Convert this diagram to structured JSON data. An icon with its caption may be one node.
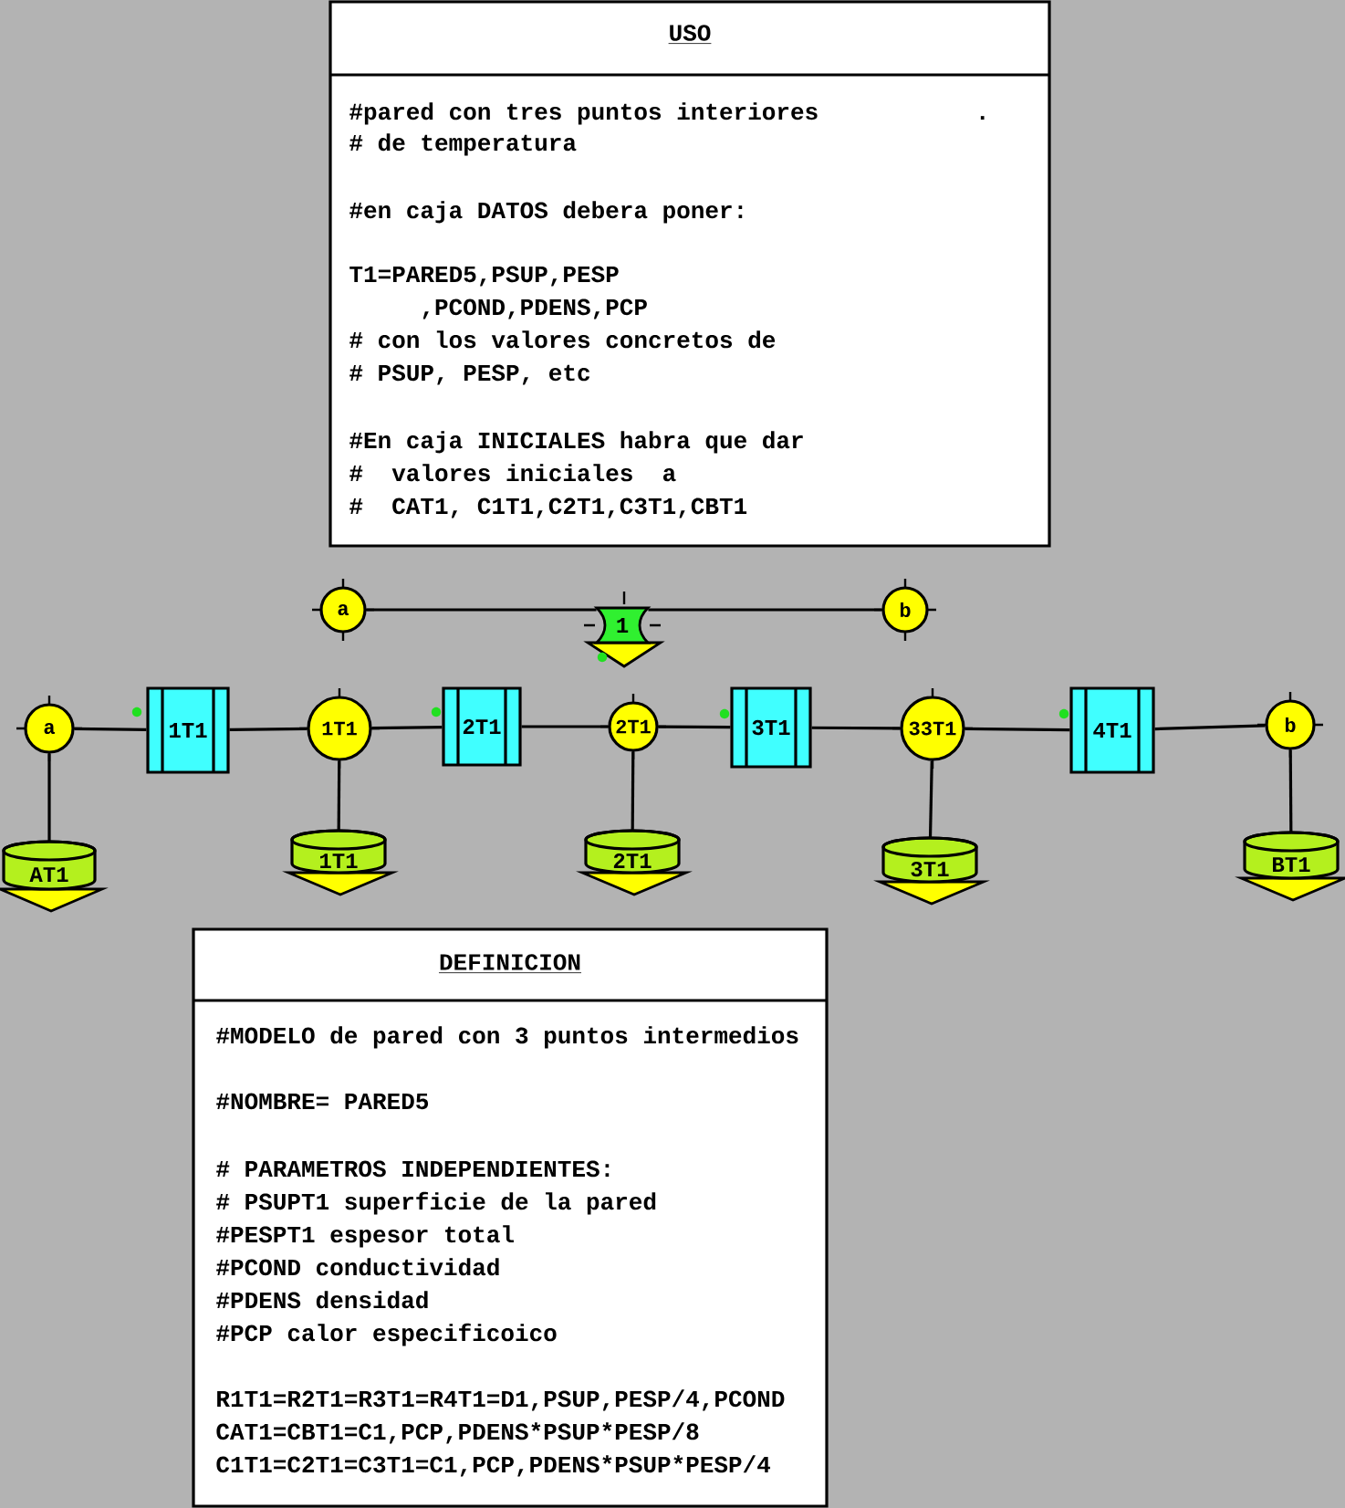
{
  "diagram": {
    "nodes": [
      {
        "text": [
          "USO",
          "#pared con tres puntos interiores           .",
          "# de temperatura",
          "#en caja DATOS debera poner:",
          "T1=PARED5,PSUP,PESP",
          ",PCOND,PDENS,PCP",
          "# con los valores concretos de",
          "# PSUP, PESP, etc",
          "#En caja INICIALES habra que dar",
          "#  valores iniciales  a",
          "#  CAT1, C1T1,C2T1,C3T1,CBT1"
        ]
      },
      {
        "text": [
          "a"
        ]
      },
      {
        "text": [
          "1"
        ]
      },
      {
        "text": [
          "b"
        ]
      },
      {
        "text": [
          "a"
        ]
      },
      {
        "text": [
          "1T1"
        ]
      },
      {
        "text": [
          "1T1"
        ]
      },
      {
        "text": [
          "2T1"
        ]
      },
      {
        "text": [
          "2T1"
        ]
      },
      {
        "text": [
          "3T1"
        ]
      },
      {
        "text": [
          "33T1"
        ]
      },
      {
        "text": [
          "4T1"
        ]
      },
      {
        "text": [
          "b"
        ]
      },
      {
        "text": [
          "AT1"
        ]
      },
      {
        "text": [
          "1T1"
        ]
      },
      {
        "text": [
          "2T1"
        ]
      },
      {
        "text": [
          "3T1"
        ]
      },
      {
        "text": [
          "BT1"
        ]
      },
      {
        "text": [
          "DEFINICION",
          "#MODELO de pared con 3 puntos intermedios",
          "#NOMBRE= PARED5",
          "# PARAMETROS INDEPENDIENTES:",
          "# PSUPT1 superficie de la pared",
          "#PESPT1 espesor total",
          "#PCOND conductividad",
          "#PDENS densidad",
          "#PCP calor especificoico",
          "R1T1=R2T1=R3T1=R4T1=D1,PSUP,PESP/4,PCOND",
          "CAT1=CBT1=C1,PCP,PDENS*PSUP*PESP/8",
          "C1T1=C2T1=C3T1=C1,PCP,PDENS*PSUP*PESP/4"
        ]
      }
    ],
    "edges": [
      {
        "from": 1,
        "to": 2,
        "arrow": "none"
      },
      {
        "from": 2,
        "to": 3,
        "arrow": "none"
      },
      {
        "from": 4,
        "to": 5,
        "arrow": "none"
      },
      {
        "from": 5,
        "to": 6,
        "arrow": "none"
      },
      {
        "from": 6,
        "to": 7,
        "arrow": "none"
      },
      {
        "from": 7,
        "to": 8,
        "arrow": "none"
      },
      {
        "from": 8,
        "to": 9,
        "arrow": "none"
      },
      {
        "from": 9,
        "to": 10,
        "arrow": "none"
      },
      {
        "from": 10,
        "to": 11,
        "arrow": "none"
      },
      {
        "from": 11,
        "to": 12,
        "arrow": "none"
      },
      {
        "from": 4,
        "to": 13,
        "arrow": "none"
      },
      {
        "from": 6,
        "to": 14,
        "arrow": "none"
      },
      {
        "from": 8,
        "to": 15,
        "arrow": "none"
      },
      {
        "from": 10,
        "to": 16,
        "arrow": "none"
      },
      {
        "from": 12,
        "to": 17,
        "arrow": "none"
      }
    ]
  }
}
